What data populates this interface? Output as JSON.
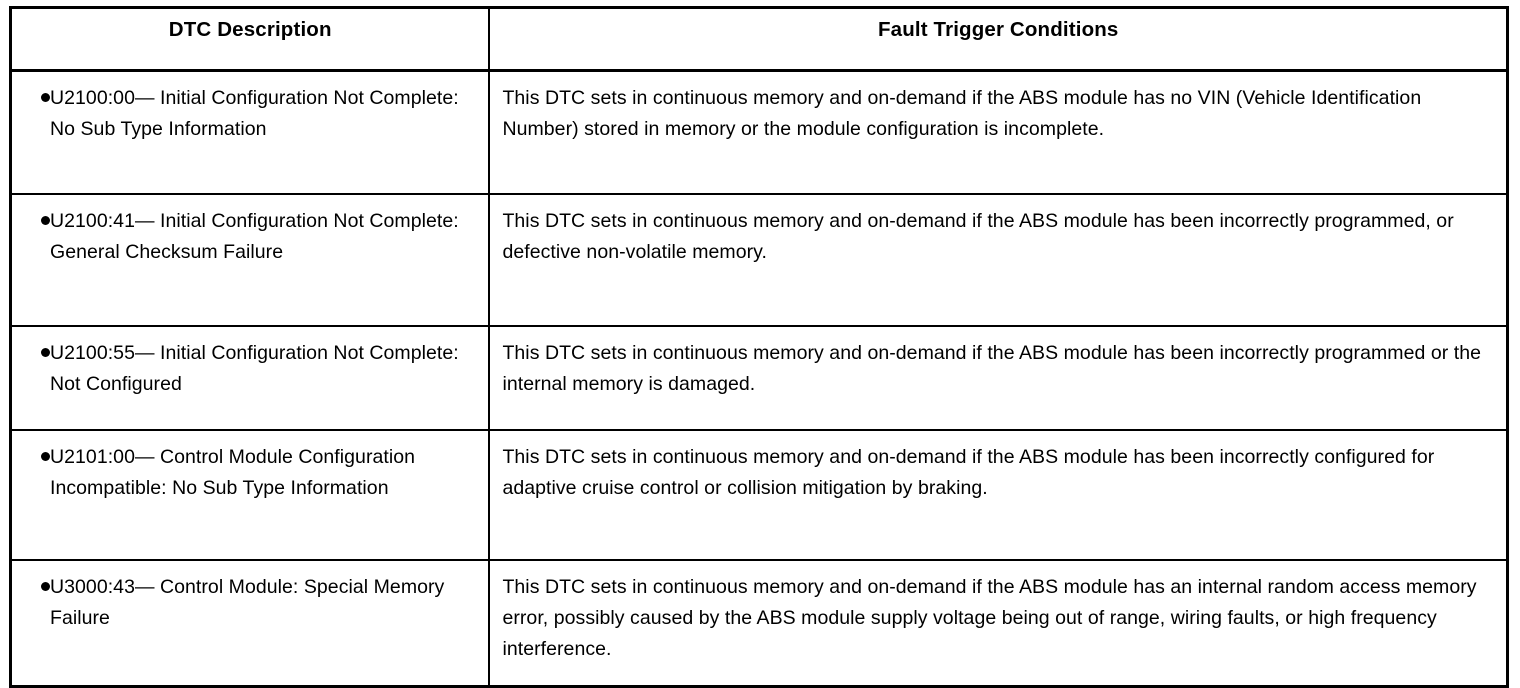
{
  "table": {
    "columns": [
      {
        "key": "dtc_description",
        "label": "DTC Description"
      },
      {
        "key": "fault_trigger_conditions",
        "label": "Fault Trigger Conditions"
      }
    ],
    "bullet_glyph": "filled-circle",
    "rows": [
      {
        "id": "u2100-00",
        "description": "U2100:00— Initial Configuration Not Complete: No Sub Type Information",
        "condition": "This DTC sets in continuous memory and on-demand if the ABS module has no VIN (Vehicle Identification Number) stored in memory or the module configuration is incomplete."
      },
      {
        "id": "u2100-41",
        "description": "U2100:41— Initial Configuration Not Complete: General Checksum Failure",
        "condition": "This DTC sets in continuous memory and on-demand if the ABS module has been incorrectly programmed, or defective non-volatile memory."
      },
      {
        "id": "u2100-55",
        "description": "U2100:55— Initial Configuration Not Complete: Not Configured",
        "condition": "This DTC sets in continuous memory and on-demand if the ABS module has been incorrectly programmed or the internal memory is damaged."
      },
      {
        "id": "u2101-00",
        "description": "U2101:00— Control Module Configuration Incompatible: No Sub Type Information",
        "condition": "This DTC sets in continuous memory and on-demand if the ABS module has been incorrectly configured for adaptive cruise control or collision mitigation by braking."
      },
      {
        "id": "u3000-43",
        "description": "U3000:43— Control Module: Special Memory Failure",
        "condition": "This DTC sets in continuous memory and on-demand if the ABS module has an internal random access memory error, possibly caused by the ABS module supply voltage being out of range, wiring faults, or high frequency interference."
      }
    ]
  },
  "colors": {
    "border": "#000000",
    "text": "#000000",
    "background": "#ffffff"
  }
}
